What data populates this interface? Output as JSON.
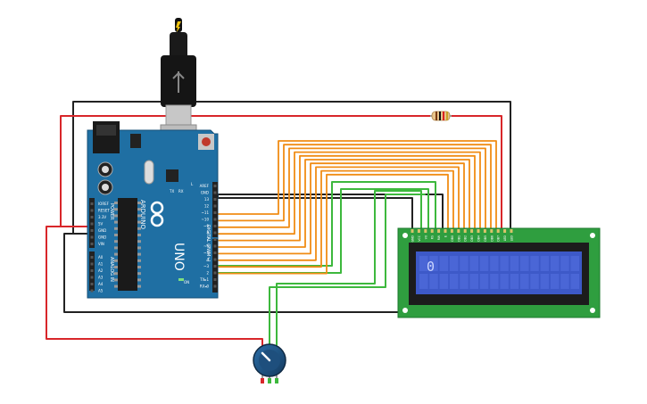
{
  "arduino": {
    "brand": "UNO",
    "logo_text": "ARDUINO",
    "digital_label": "DIGITAL (PWM~)",
    "power_label": "POWER",
    "analog_label": "ANALOG IN",
    "tx_label": "TX",
    "rx_label": "RX",
    "l_label": "L",
    "on_label": "ON",
    "power_pins": [
      "IOREF",
      "RESET",
      "3.3V",
      "5V",
      "GND",
      "GND",
      "VIN"
    ],
    "analog_pins": [
      "A0",
      "A1",
      "A2",
      "A3",
      "A4",
      "A5"
    ],
    "digital_pins": [
      "AREF",
      "GND",
      "13",
      "12",
      "~11",
      "~10",
      "~9",
      "8",
      "7",
      "~6",
      "~5",
      "4",
      "~3",
      "2",
      "TX▸1",
      "RX◂0"
    ]
  },
  "lcd": {
    "display_text": "0",
    "pin_labels": [
      "GND",
      "VCC",
      "V0",
      "RS",
      "RW",
      "E",
      "DB0",
      "DB1",
      "DB2",
      "DB3",
      "DB4",
      "DB5",
      "DB6",
      "DB7",
      "LED",
      "LED"
    ],
    "colors": {
      "board": "#2f9e3f",
      "bezel": "#1c1c1c",
      "screen": "#3d59c8",
      "text": "#c9d4ff"
    }
  },
  "colors": {
    "wire_black": "#222222",
    "wire_red": "#d8262a",
    "wire_orange": "#f08c14",
    "wire_green": "#3db83d",
    "arduino_board": "#1f6fa3"
  }
}
